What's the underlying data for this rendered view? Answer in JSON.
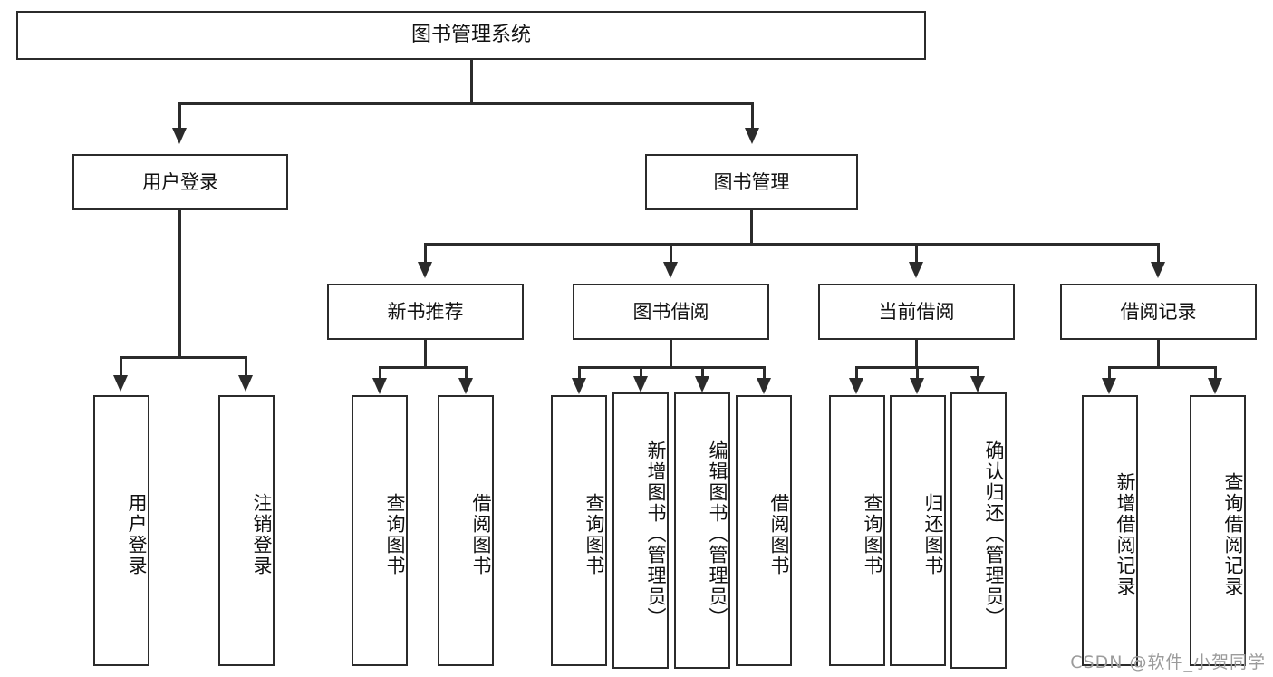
{
  "diagram": {
    "type": "tree",
    "title": "图书管理系统",
    "watermark": "CSDN @软件_小贺同学",
    "colors": {
      "box_border": "#2b2b2b",
      "box_fill": "#ffffff",
      "line": "#2b2b2b",
      "text": "#111111",
      "watermark": "#9b9b9b",
      "background": "#ffffff"
    },
    "root": {
      "label": "图书管理系统"
    },
    "level2": [
      {
        "label": "用户登录"
      },
      {
        "label": "图书管理"
      }
    ],
    "level3": [
      {
        "label": "新书推荐"
      },
      {
        "label": "图书借阅"
      },
      {
        "label": "当前借阅"
      },
      {
        "label": "借阅记录"
      }
    ],
    "leaves": {
      "user_login": [
        {
          "label": "用户登录"
        },
        {
          "label": "注销登录"
        }
      ],
      "new_book_recommend": [
        {
          "label": "查询图书"
        },
        {
          "label": "借阅图书"
        }
      ],
      "book_borrow": [
        {
          "label": "查询图书"
        },
        {
          "label": "新增图书（管理员）"
        },
        {
          "label": "编辑图书（管理员）"
        },
        {
          "label": "借阅图书"
        }
      ],
      "current_borrow": [
        {
          "label": "查询图书"
        },
        {
          "label": "归还图书"
        },
        {
          "label": "确认归还（管理员）"
        }
      ],
      "borrow_record": [
        {
          "label": "新增借阅记录"
        },
        {
          "label": "查询借阅记录"
        }
      ]
    }
  }
}
